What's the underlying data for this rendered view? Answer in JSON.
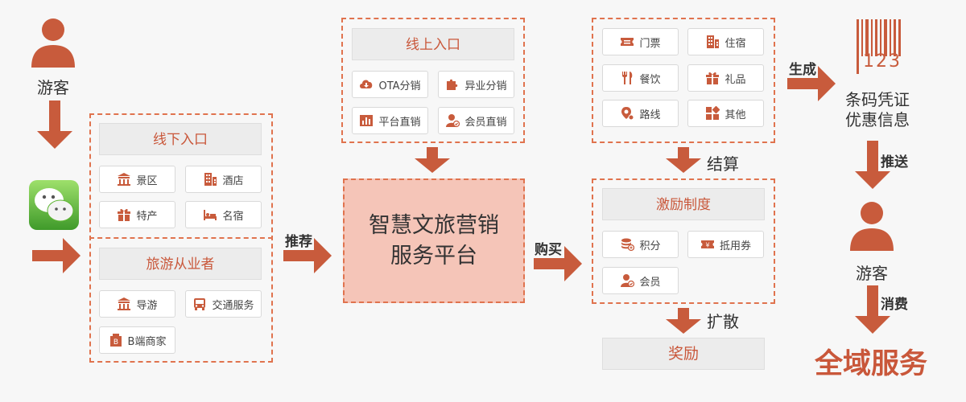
{
  "tourist_top": "游客",
  "offline": {
    "title": "线下入口",
    "items": [
      {
        "label": "景区",
        "icon": "scenic-area-icon"
      },
      {
        "label": "酒店",
        "icon": "hotel-icon"
      },
      {
        "label": "特产",
        "icon": "gift-icon"
      },
      {
        "label": "名宿",
        "icon": "bed-icon"
      }
    ]
  },
  "practitioners": {
    "title": "旅游从业者",
    "items": [
      {
        "label": "导游",
        "icon": "scenic-area-icon"
      },
      {
        "label": "交通服务",
        "icon": "bus-icon"
      },
      {
        "label": "B端商家",
        "icon": "b-merchant-icon"
      }
    ]
  },
  "online": {
    "title": "线上入口",
    "items": [
      {
        "label": "OTA分销",
        "icon": "cloud-download-icon"
      },
      {
        "label": "异业分销",
        "icon": "puzzle-icon"
      },
      {
        "label": "平台直销",
        "icon": "chart-icon"
      },
      {
        "label": "会员直销",
        "icon": "member-icon"
      }
    ]
  },
  "platform": {
    "line1": "智慧文旅营销",
    "line2": "服务平台"
  },
  "arrows": {
    "recommend": "推荐",
    "buy": "购买",
    "settle": "结算",
    "spread": "扩散",
    "generate": "生成",
    "push": "推送",
    "consume": "消费"
  },
  "products": {
    "items": [
      {
        "label": "门票",
        "icon": "ticket-icon"
      },
      {
        "label": "住宿",
        "icon": "hotel-icon"
      },
      {
        "label": "餐饮",
        "icon": "fork-knife-icon"
      },
      {
        "label": "礼品",
        "icon": "gift-icon"
      },
      {
        "label": "路线",
        "icon": "map-pin-icon"
      },
      {
        "label": "其他",
        "icon": "grid-icon"
      }
    ]
  },
  "incentive": {
    "title": "激励制度",
    "items": [
      {
        "label": "积分",
        "icon": "coins-icon"
      },
      {
        "label": "抵用券",
        "icon": "coupon-icon"
      },
      {
        "label": "会员",
        "icon": "member-icon"
      }
    ]
  },
  "reward": "奖励",
  "barcode": {
    "digits": "123",
    "line1": "条码凭证",
    "line2": "优惠信息"
  },
  "tourist_right": "游客",
  "final": "全域服务",
  "colors": {
    "accent": "#c9573a",
    "arrow": "#c85b3c",
    "dash": "#e0734e",
    "header_bg": "#ececec",
    "platform_bg": "#f5c5b8",
    "wechat_green": "#5cb531"
  }
}
